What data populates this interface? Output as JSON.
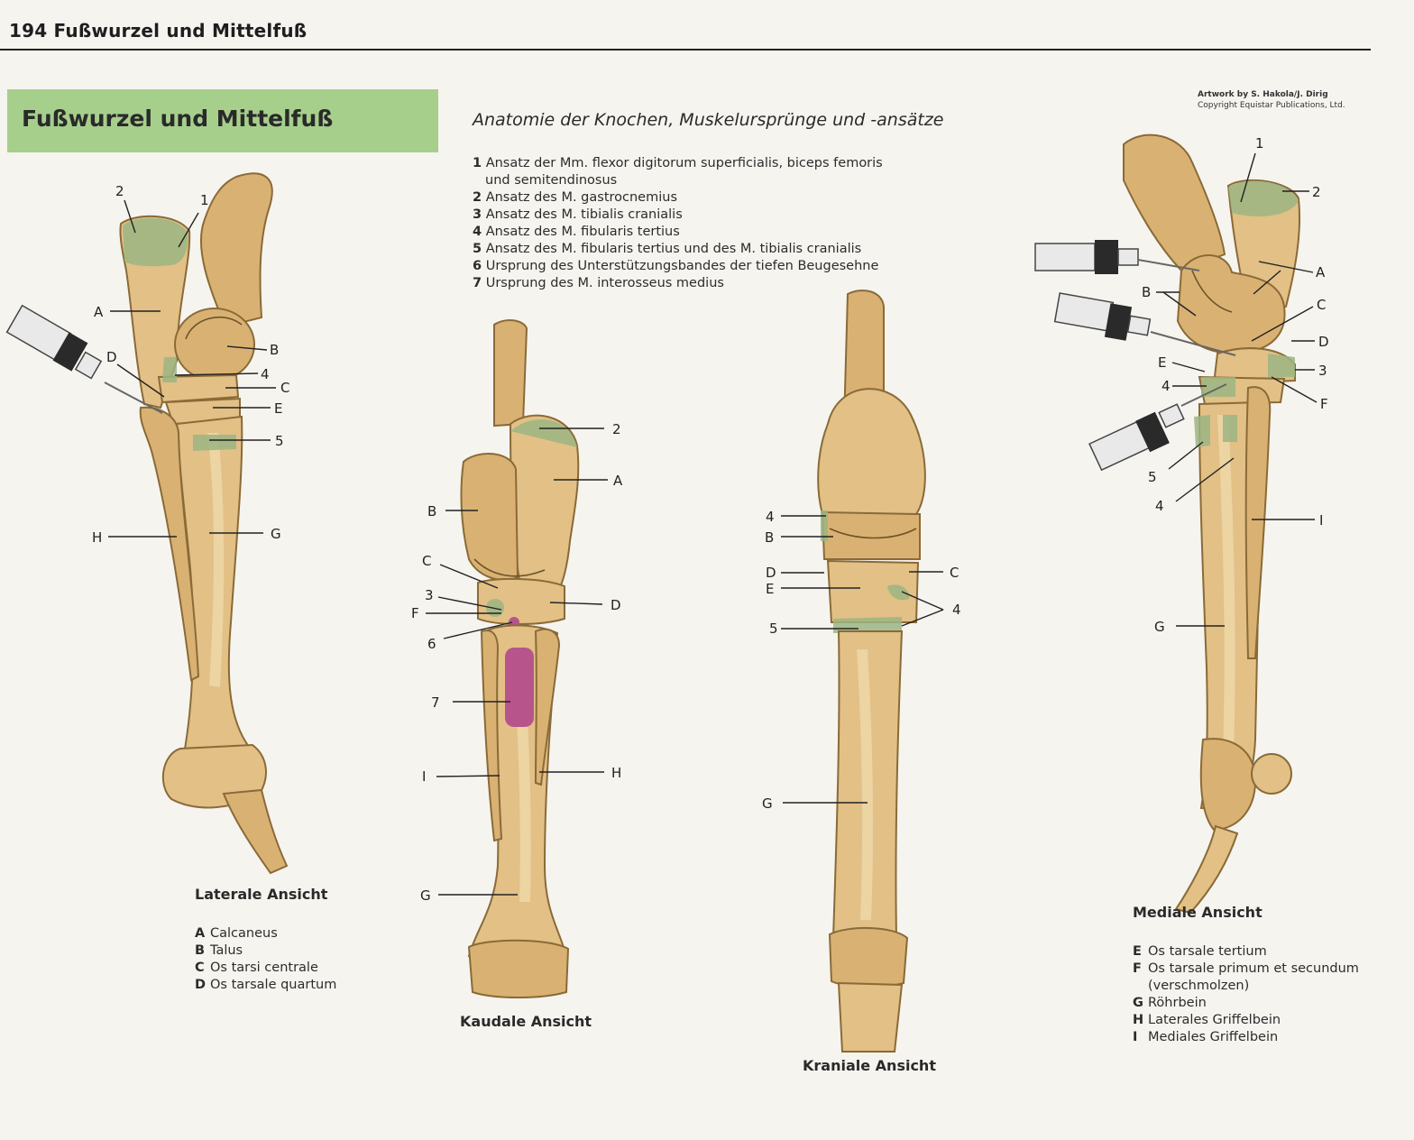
{
  "header": {
    "running_head": "194  Fußwurzel und Mittelfuß",
    "section_title": "Fußwurzel und Mittelfuß"
  },
  "intro": {
    "subtitle": "Anatomie der Knochen, Muskelursprünge und -ansätze",
    "items": [
      {
        "num": "1",
        "text": "Ansatz der Mm. flexor digitorum superficialis, biceps femoris",
        "cont": "und semitendinosus"
      },
      {
        "num": "2",
        "text": "Ansatz des M. gastrocnemius"
      },
      {
        "num": "3",
        "text": "Ansatz des M. tibialis cranialis"
      },
      {
        "num": "4",
        "text": "Ansatz des M. fibularis tertius"
      },
      {
        "num": "5",
        "text": "Ansatz des M. fibularis tertius und des M. tibialis cranialis"
      },
      {
        "num": "6",
        "text": "Ursprung des Unterstützungsbandes der tiefen Beugesehne"
      },
      {
        "num": "7",
        "text": "Ursprung des M. interosseus medius"
      }
    ]
  },
  "credit": {
    "line1": "Artwork by S. Hakola/J. Dirig",
    "line2": "Copyright Equistar Publications, Ltd."
  },
  "views": {
    "lateral": {
      "title": "Laterale Ansicht",
      "legend": [
        {
          "key": "A",
          "text": "Calcaneus"
        },
        {
          "key": "B",
          "text": "Talus"
        },
        {
          "key": "C",
          "text": "Os tarsi centrale"
        },
        {
          "key": "D",
          "text": "Os tarsale quartum"
        }
      ],
      "labels": {
        "n2": "2",
        "n1": "1",
        "A": "A",
        "B": "B",
        "D": "D",
        "n4": "4",
        "C": "C",
        "E": "E",
        "n5": "5",
        "H": "H",
        "G": "G"
      }
    },
    "caudal": {
      "title": "Kaudale Ansicht",
      "labels": {
        "n2": "2",
        "A": "A",
        "B": "B",
        "C": "C",
        "n3": "3",
        "D": "D",
        "F": "F",
        "n6": "6",
        "n7": "7",
        "I": "I",
        "H": "H",
        "G": "G"
      }
    },
    "cranial": {
      "title": "Kraniale Ansicht",
      "labels": {
        "n4a": "4",
        "B": "B",
        "D": "D",
        "C": "C",
        "E": "E",
        "n4b": "4",
        "n5": "5",
        "G": "G"
      }
    },
    "medial": {
      "title": "Mediale Ansicht",
      "legend": [
        {
          "key": "E",
          "text": "Os tarsale tertium"
        },
        {
          "key": "F",
          "text": "Os tarsale primum et secundum",
          "cont": "(verschmolzen)"
        },
        {
          "key": "G",
          "text": "Röhrbein"
        },
        {
          "key": "H",
          "text": "Laterales Griffelbein"
        },
        {
          "key": "I",
          "text": "Mediales Griffelbein"
        }
      ],
      "labels": {
        "n1": "1",
        "n2": "2",
        "A": "A",
        "B": "B",
        "C": "C",
        "D": "D",
        "E": "E",
        "n3": "3",
        "n4a": "4",
        "F": "F",
        "n5": "5",
        "n4b": "4",
        "I": "I",
        "G": "G"
      }
    }
  }
}
